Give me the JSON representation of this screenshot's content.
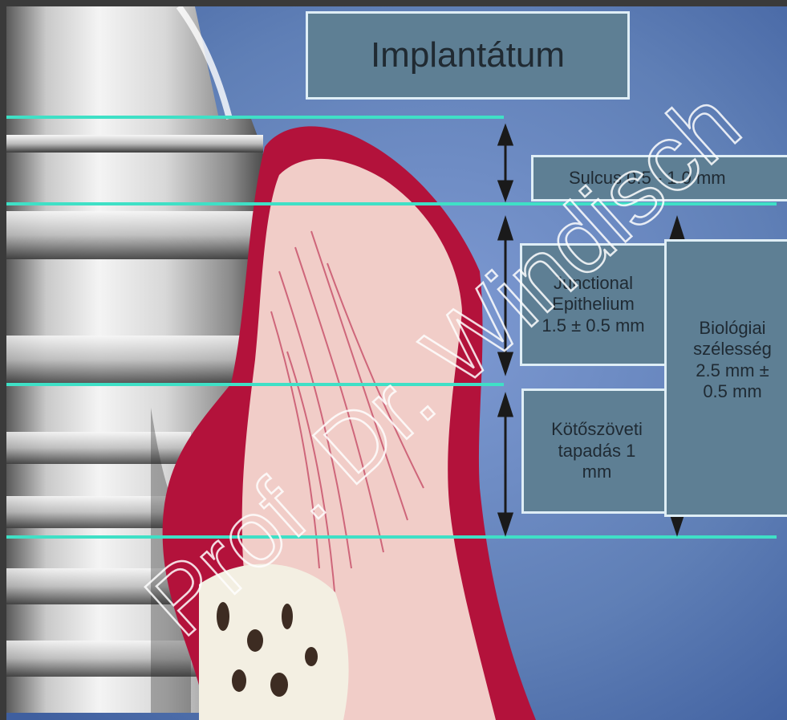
{
  "title": "Implantátum",
  "sulcus_label": "Sulcus 0.5 - 1.0 mm",
  "junctional_label": [
    "Junctional",
    "Epithelium",
    "1.5 ± 0.5 mm"
  ],
  "connective_label": [
    "Kötőszöveti",
    "tapadás 1",
    "mm"
  ],
  "biological_label": [
    "Biológiai",
    "szélesség",
    "2.5 mm ±",
    "0.5 mm"
  ],
  "watermark": "Prof. Dr. Windisch",
  "colors": {
    "background": "#5f7fb6",
    "gingiva_red": "#b3123b",
    "gingiva_pink": "#f1cdc8",
    "bone": "#f3efe2",
    "guide_line": "#3fe0c6",
    "box_fill": "#5e7f94",
    "box_border": "#dfeef6"
  },
  "icons": [
    "implant-screw",
    "double-arrow",
    "watermark-text"
  ]
}
